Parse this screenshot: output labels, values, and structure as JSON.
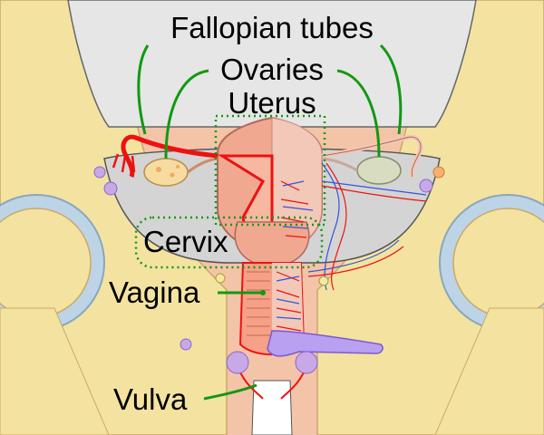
{
  "labels": {
    "fallopian_tubes": "Fallopian tubes",
    "ovaries": "Ovaries",
    "uterus": "Uterus",
    "cervix": "Cervix",
    "vagina": "Vagina",
    "vulva": "Vulva"
  },
  "colors": {
    "skin": "#f4c4a8",
    "pelvic_bone": "#f4e3a0",
    "hip_socket": "#bcd4e6",
    "peritoneum_gray": "#d4d4d4",
    "uterus_wall": "#f0a890",
    "uterus_half": "#f2c8b8",
    "artery_red": "#ee1111",
    "vein_blue": "#3355dd",
    "bladder_violet": "#b9a0f0",
    "leader_green": "#119911",
    "ovary_yellow": "#f6dca0",
    "outline": "#555555"
  }
}
